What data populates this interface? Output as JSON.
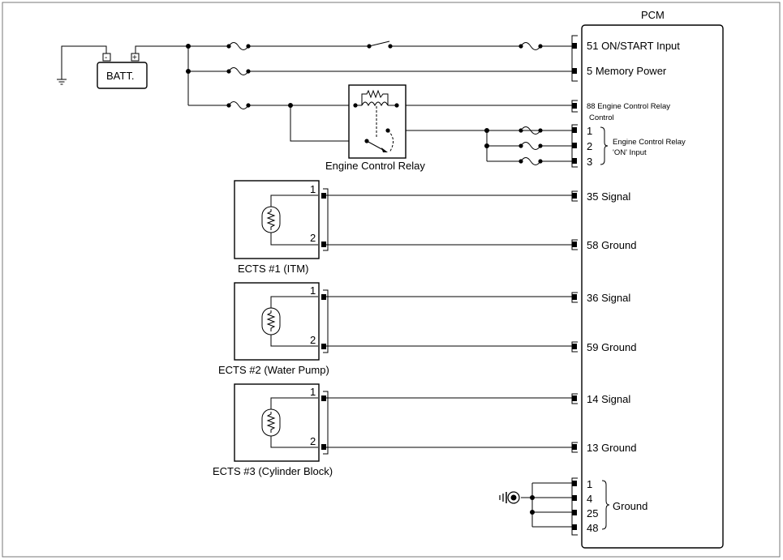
{
  "pcm": {
    "title": "PCM",
    "pins": {
      "p51": "51 ON/START Input",
      "p5": "5 Memory Power",
      "p88": "88 Engine Control Relay",
      "p88b": "Control",
      "on1": "1",
      "on2": "2",
      "on3": "3",
      "on_label_1": "Engine Control Relay",
      "on_label_2": "'ON' Input",
      "p35": "35 Signal",
      "p58": "58 Ground",
      "p36": "36 Signal",
      "p59": "59 Ground",
      "p14": "14 Signal",
      "p13": "13 Ground",
      "g1": "1",
      "g4": "4",
      "g25": "25",
      "g48": "48",
      "ground_label": "Ground"
    }
  },
  "battery": {
    "label": "BATT.",
    "neg": "-",
    "pos": "+"
  },
  "relay": {
    "label": "Engine Control Relay"
  },
  "sensors": [
    {
      "label": "ECTS #1 (ITM)",
      "pin1": "1",
      "pin2": "2"
    },
    {
      "label": "ECTS #2 (Water Pump)",
      "pin1": "1",
      "pin2": "2"
    },
    {
      "label": "ECTS #3 (Cylinder Block)",
      "pin1": "1",
      "pin2": "2"
    }
  ]
}
